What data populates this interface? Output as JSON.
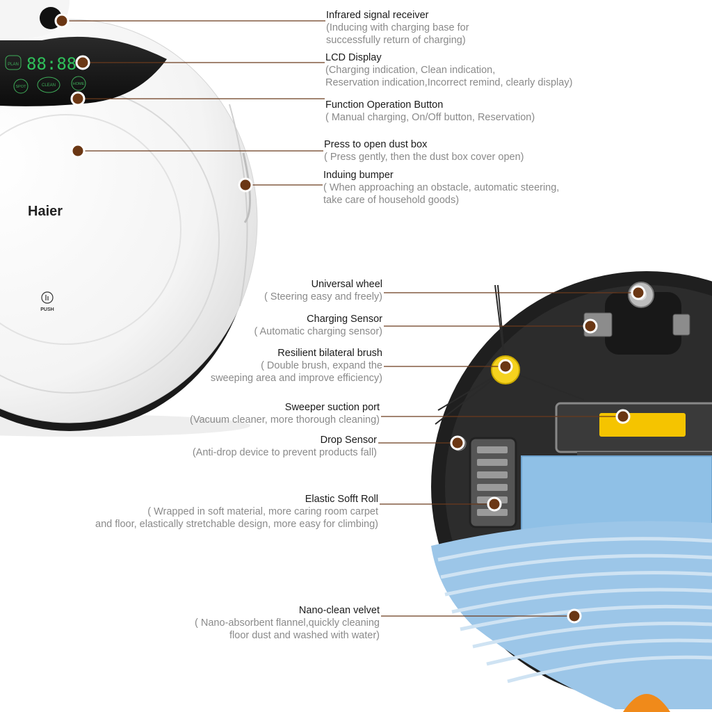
{
  "robot_top": {
    "brand": "Haier",
    "push_label": "PUSH",
    "lcd": {
      "digits": "88:88",
      "btn_plan": "PLAN",
      "btn_spot": "SPOT",
      "btn_clean": "CLEAN",
      "btn_home": "HOME"
    }
  },
  "callouts_top": [
    {
      "title": "Infrared signal receiver",
      "desc": [
        "(Inducing with charging base for",
        "successfully return of charging)"
      ]
    },
    {
      "title": "LCD Display",
      "desc": [
        "(Charging indication, Clean indication,",
        "Reservation indication,Incorrect remind, clearly display)"
      ]
    },
    {
      "title": "Function Operation Button",
      "desc": [
        "( Manual charging, On/Off button, Reservation)"
      ]
    },
    {
      "title": "Press to open dust box",
      "desc": [
        "( Press gently, then the dust box cover open)"
      ]
    },
    {
      "title": "Induing bumper",
      "desc": [
        "( When approaching an obstacle, automatic steering,",
        "take care of household goods)"
      ]
    }
  ],
  "callouts_bottom": [
    {
      "title": "Universal wheel",
      "desc": [
        "( Steering easy and freely)"
      ]
    },
    {
      "title": "Charging Sensor",
      "desc": [
        "( Automatic charging sensor)"
      ]
    },
    {
      "title": "Resilient bilateral brush",
      "desc": [
        "( Double brush, expand the",
        "sweeping area and improve efficiency)"
      ]
    },
    {
      "title": "Sweeper suction port",
      "desc": [
        "(Vacuum cleaner, more thorough cleaning)"
      ]
    },
    {
      "title": "Drop Sensor",
      "desc": [
        "(Anti-drop device to prevent products fall)"
      ]
    },
    {
      "title": "Elastic Sofft Roll",
      "desc": [
        "( Wrapped in soft material, more caring room carpet",
        "and floor, elastically stretchable design, more easy for climbing)"
      ]
    },
    {
      "title": "Nano-clean velvet",
      "desc": [
        "( Nano-absorbent flannel,quickly cleaning",
        "floor dust and washed with water)"
      ]
    }
  ],
  "colors": {
    "leader_line": "#6b3a1c",
    "marker_fill": "#6b3714",
    "marker_ring": "#ffffff",
    "pad_blue": "#8fc0e6",
    "brush_yellow": "#f5d21e",
    "dustbin_yellow": "#f5c400",
    "body_dark": "#1c1c1c"
  }
}
